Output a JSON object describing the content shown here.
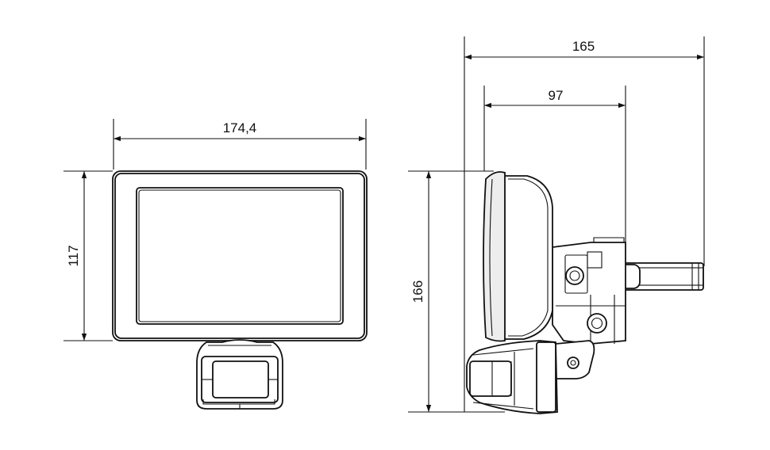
{
  "drawing": {
    "front_view": {
      "width_label": "174,4",
      "height_label": "117"
    },
    "side_view": {
      "overall_depth_label": "165",
      "partial_depth_label": "97",
      "height_label": "166"
    },
    "line_color": "#111111",
    "background": "#ffffff"
  }
}
